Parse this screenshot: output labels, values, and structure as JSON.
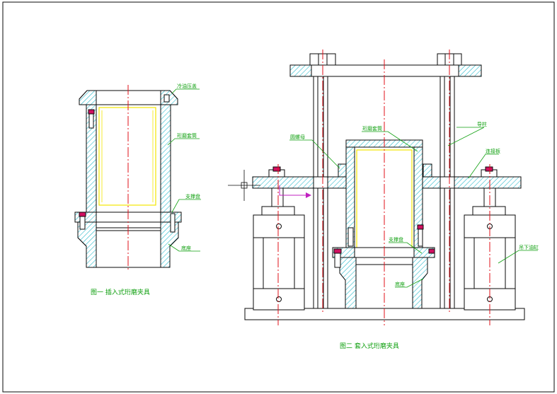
{
  "figure1": {
    "caption": "图一   插入式珩磨夹具",
    "labels": {
      "cooling_cover": "冷油压盖",
      "honing_sleeve": "珩磨套筒",
      "support_plate": "支撑盘",
      "base": "底座"
    }
  },
  "figure2": {
    "caption": "图二   套入式珩磨夹具",
    "labels": {
      "round_nut": "圆螺母",
      "honing_sleeve": "珩磨套筒",
      "guide_post": "导柱",
      "connecting_plate": "连接板",
      "support_plate": "支撑盘",
      "base": "底座",
      "lower_cylinder": "吊下油缸"
    }
  },
  "colors": {
    "outline": "#0a0a0a",
    "hatch": "#19b5c8",
    "centerline": "#e0101a",
    "leader": "#10a010",
    "workpiece": "#f2e600",
    "cursor_marker": "#c020c0",
    "fastener": "#d01060"
  }
}
